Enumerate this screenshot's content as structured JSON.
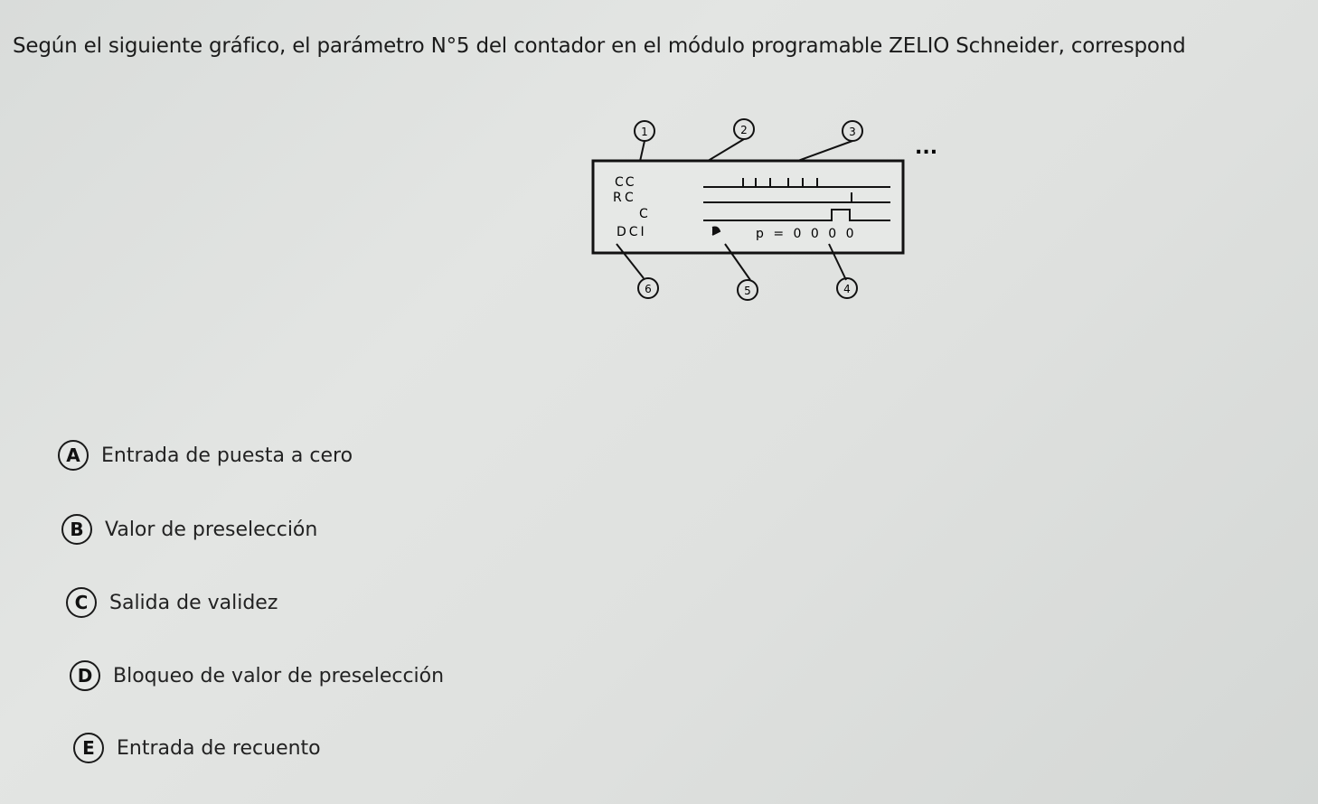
{
  "question": "Según el siguiente gráfico, el parámetro N°5 del contador en el módulo programable ZELIO Schneider, correspond",
  "diagram": {
    "callouts": [
      "1",
      "2",
      "3",
      "4",
      "5",
      "6"
    ],
    "ellipsis": "...",
    "lines": {
      "cc": "CC",
      "rc": "RC",
      "c": "C",
      "dci": "DCI",
      "preset": "p = 0 0 0 0"
    }
  },
  "options": [
    {
      "letter": "A",
      "text": "Entrada de puesta a cero"
    },
    {
      "letter": "B",
      "text": "Valor de preselección"
    },
    {
      "letter": "C",
      "text": "Salida de validez"
    },
    {
      "letter": "D",
      "text": "Bloqueo de valor de preselección"
    },
    {
      "letter": "E",
      "text": "Entrada de recuento"
    }
  ]
}
